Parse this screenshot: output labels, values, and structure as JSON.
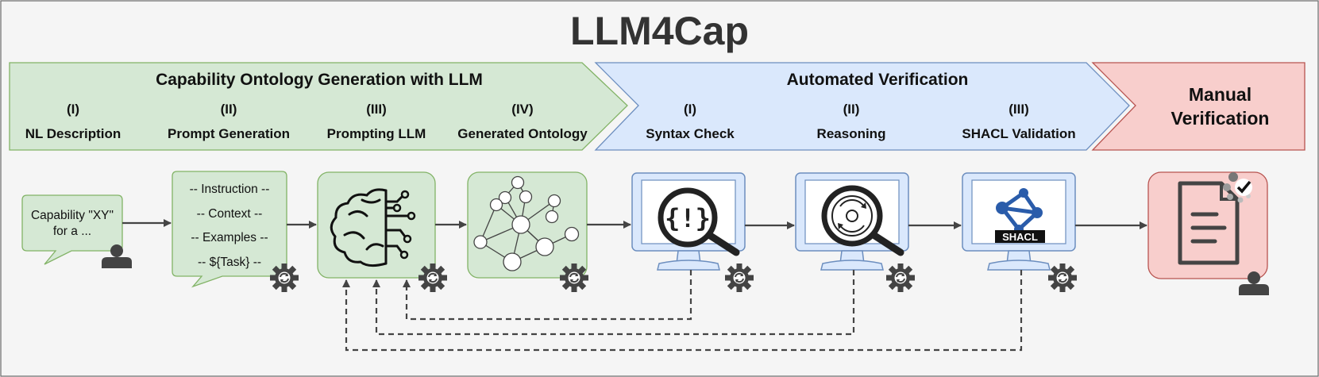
{
  "title": "LLM4Cap",
  "sections": {
    "generation": {
      "title": "Capability Ontology Generation with LLM",
      "steps": [
        {
          "num": "(I)",
          "label": "NL Description"
        },
        {
          "num": "(II)",
          "label": "Prompt Generation"
        },
        {
          "num": "(III)",
          "label": "Prompting LLM"
        },
        {
          "num": "(IV)",
          "label": "Generated Ontology"
        }
      ]
    },
    "automated": {
      "title": "Automated Verification",
      "steps": [
        {
          "num": "(I)",
          "label": "Syntax Check"
        },
        {
          "num": "(II)",
          "label": "Reasoning"
        },
        {
          "num": "(III)",
          "label": "SHACL Validation"
        }
      ]
    },
    "manual": {
      "title_line1": "Manual",
      "title_line2": "Verification"
    }
  },
  "nl_bubble": {
    "line1": "Capability \"XY\"",
    "line2": "for a ..."
  },
  "prompt_bubble": {
    "lines": [
      "-- Instruction --",
      "-- Context --",
      "-- Examples --",
      "-- ${Task} --"
    ]
  },
  "shacl_logo_text": "SHACL",
  "colors": {
    "green_fill": "#d5e8d4",
    "green_stroke": "#82b366",
    "blue_fill": "#dae8fc",
    "blue_stroke": "#6c8ebf",
    "red_fill": "#f8cecc",
    "red_stroke": "#b85450",
    "dark": "#444444"
  },
  "icons": [
    "user-icon",
    "gear-icon",
    "brain-circuit-icon",
    "graph-icon",
    "magnifier-syntax-icon",
    "magnifier-reasoning-icon",
    "shacl-logo-icon",
    "document-check-icon",
    "monitor-icon"
  ]
}
